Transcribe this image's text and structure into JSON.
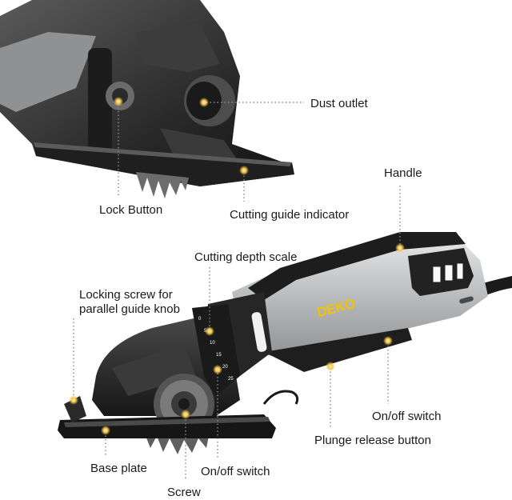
{
  "labels": {
    "dust_outlet": "Dust outlet",
    "lock_button": "Lock Button",
    "cutting_guide_indicator": "Cutting guide indicator",
    "handle": "Handle",
    "cutting_depth_scale": "Cutting depth scale",
    "locking_screw": "Locking screw for parallel guide knob",
    "on_off_switch_right": "On/off switch",
    "plunge_release_button": "Plunge release button",
    "base_plate": "Base plate",
    "on_off_switch_bottom": "On/off switch",
    "screw": "Screw"
  },
  "brand_logo": "DEKO",
  "depth_scale_marks": [
    "0",
    "5",
    "10",
    "15",
    "20",
    "25"
  ],
  "colors": {
    "body_dark": "#2b2b2b",
    "body_grey": "#a9abad",
    "body_light": "#d4d5d6",
    "logo_yellow": "#f2c400",
    "marker": "#f3c54a",
    "leader_line": "#8a8a8a"
  }
}
